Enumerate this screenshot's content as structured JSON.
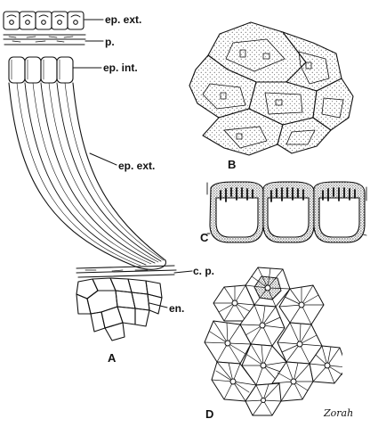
{
  "figure": {
    "panel_a": {
      "letter": "A",
      "labels": {
        "ep_ext_top": "ep. ext.",
        "p": "p.",
        "ep_int": "ep. int.",
        "ep_ext_long": "ep. ext.",
        "cp": "c. p.",
        "en": "en."
      }
    },
    "panel_b": {
      "letter": "B"
    },
    "panel_c": {
      "letter": "C"
    },
    "panel_d": {
      "letter": "D"
    },
    "signature": "Zorah"
  },
  "colors": {
    "ink": "#111111",
    "paper": "#ffffff"
  }
}
